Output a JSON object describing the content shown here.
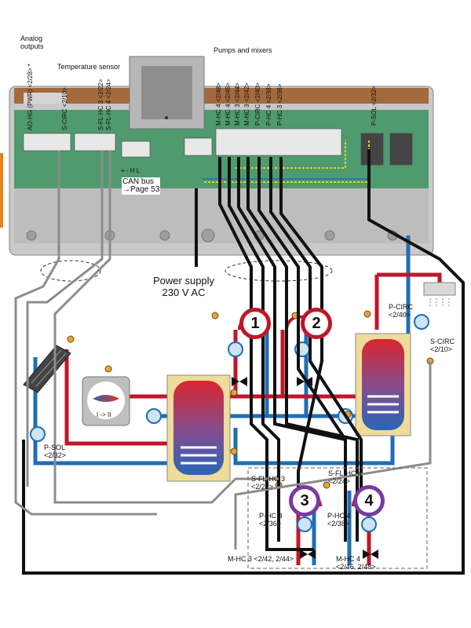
{
  "header": {
    "analog_outputs": [
      "Analog",
      "outputs"
    ],
    "temperature_sensor": "Temperature sensor",
    "pumps_and_mixers": "Pumps and mixers"
  },
  "terminal_labels_left": [
    "AO-HG (PWR) <2/28> *",
    "S-CIRC <2/10>",
    "S-FL-HC 3 <2/22>",
    "S-FL-HC 4 <2/24>"
  ],
  "terminal_labels_right": [
    "M-HC 4 <2/48>",
    "M-HC 4 <2/46>",
    "M-HC 3 <2/44>",
    "M-HC 3 <2/42>",
    "P-CIRC <2/40>",
    "P-HC 4 <2/38>",
    "P-HC 3 <2/36>"
  ],
  "terminal_label_sol": "P-SOL <2/32>",
  "can_bus": {
    "title": "CAN bus",
    "page": "→Page 53",
    "pins": "+  -  H  L"
  },
  "power_supply": [
    "Power supply",
    "230 V AC"
  ],
  "circuit_numbers": [
    "1",
    "2",
    "3",
    "4"
  ],
  "boiler_label": "I -> II",
  "components": {
    "p_circ": [
      "P-CIRC",
      "<2/40>"
    ],
    "s_circ": [
      "S-CIRC",
      "<2/10>"
    ],
    "p_sol": [
      "P-SOL",
      "<2/32>"
    ],
    "s_fl_hc3": [
      "S-FL-HC 3",
      "<2/22>"
    ],
    "s_fl_hc4": [
      "S-FL-HC 4",
      "<2/24>"
    ],
    "p_hc3": [
      "P-HC 3",
      "<2/36>"
    ],
    "p_hc4": [
      "P-HC 4",
      "<2/38>"
    ],
    "m_hc3": [
      "M-HC 3 <2/42, 2/44>"
    ],
    "m_hc4": [
      "M-HC 4",
      "<2/46, 2/48>"
    ]
  },
  "colors": {
    "supply": "#c0162b",
    "return": "#1f6db5",
    "cable": "#111111",
    "sensor_cable": "#888888",
    "pcb": "#4f9a6e",
    "housing": "#c9c9c9"
  }
}
